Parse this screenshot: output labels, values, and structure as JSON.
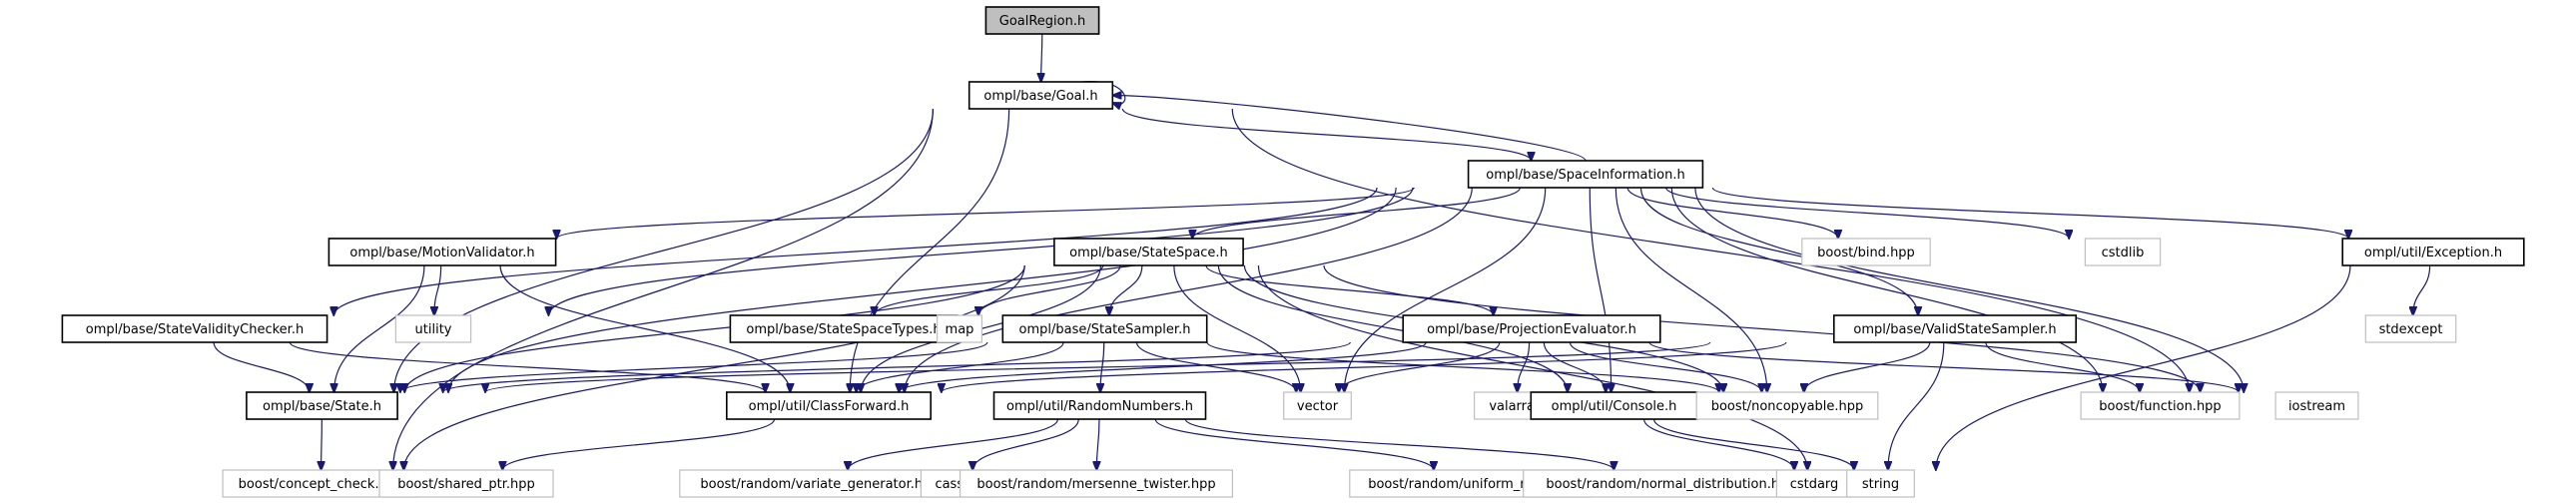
{
  "title": "GoalRegion.h include dependency graph",
  "colors": {
    "edge": "#191970",
    "root_fill": "#bfbfbf",
    "project_border": "#000000",
    "external_border": "#bfbfbf"
  },
  "nodes": [
    {
      "id": "goalregion",
      "label": "GoalRegion.h",
      "kind": "root"
    },
    {
      "id": "goal",
      "label": "ompl/base/Goal.h",
      "kind": "project"
    },
    {
      "id": "spaceinfo",
      "label": "ompl/base/SpaceInformation.h",
      "kind": "project"
    },
    {
      "id": "motionvalidator",
      "label": "ompl/base/MotionValidator.h",
      "kind": "project"
    },
    {
      "id": "statespace",
      "label": "ompl/base/StateSpace.h",
      "kind": "project"
    },
    {
      "id": "boostbind",
      "label": "boost/bind.hpp",
      "kind": "external"
    },
    {
      "id": "cstdlib",
      "label": "cstdlib",
      "kind": "external"
    },
    {
      "id": "exception",
      "label": "ompl/util/Exception.h",
      "kind": "project"
    },
    {
      "id": "statevaliditychecker",
      "label": "ompl/base/StateValidityChecker.h",
      "kind": "project"
    },
    {
      "id": "utility",
      "label": "utility",
      "kind": "external"
    },
    {
      "id": "statespacetypes",
      "label": "ompl/base/StateSpaceTypes.h",
      "kind": "project"
    },
    {
      "id": "map",
      "label": "map",
      "kind": "external"
    },
    {
      "id": "statesampler",
      "label": "ompl/base/StateSampler.h",
      "kind": "project"
    },
    {
      "id": "projectionevaluator",
      "label": "ompl/base/ProjectionEvaluator.h",
      "kind": "project"
    },
    {
      "id": "validstatesampler",
      "label": "ompl/base/ValidStateSampler.h",
      "kind": "project"
    },
    {
      "id": "stdexcept",
      "label": "stdexcept",
      "kind": "external"
    },
    {
      "id": "state",
      "label": "ompl/base/State.h",
      "kind": "project"
    },
    {
      "id": "classforward",
      "label": "ompl/util/ClassForward.h",
      "kind": "project"
    },
    {
      "id": "randomnumbers",
      "label": "ompl/util/RandomNumbers.h",
      "kind": "project"
    },
    {
      "id": "vector",
      "label": "vector",
      "kind": "external"
    },
    {
      "id": "valarray",
      "label": "valarray",
      "kind": "external"
    },
    {
      "id": "console",
      "label": "ompl/util/Console.h",
      "kind": "project"
    },
    {
      "id": "noncopyable",
      "label": "boost/noncopyable.hpp",
      "kind": "external"
    },
    {
      "id": "boostfunction",
      "label": "boost/function.hpp",
      "kind": "external"
    },
    {
      "id": "iostream",
      "label": "iostream",
      "kind": "external"
    },
    {
      "id": "conceptcheck",
      "label": "boost/concept_check.hpp",
      "kind": "external"
    },
    {
      "id": "sharedptr",
      "label": "boost/shared_ptr.hpp",
      "kind": "external"
    },
    {
      "id": "variategenerator",
      "label": "boost/random/variate_generator.hpp",
      "kind": "external"
    },
    {
      "id": "cassert",
      "label": "cassert",
      "kind": "external"
    },
    {
      "id": "mersennetwister",
      "label": "boost/random/mersenne_twister.hpp",
      "kind": "external"
    },
    {
      "id": "uniformreal",
      "label": "boost/random/uniform_real.hpp",
      "kind": "external"
    },
    {
      "id": "normaldistribution",
      "label": "boost/random/normal_distribution.hpp",
      "kind": "external"
    },
    {
      "id": "cstdarg",
      "label": "cstdarg",
      "kind": "external"
    },
    {
      "id": "string",
      "label": "string",
      "kind": "external"
    }
  ],
  "edges": [
    [
      "goalregion",
      "goal"
    ],
    [
      "goal",
      "goal"
    ],
    [
      "goal",
      "spaceinfo"
    ],
    [
      "goal",
      "state"
    ],
    [
      "goal",
      "classforward"
    ],
    [
      "goal",
      "conceptcheck"
    ],
    [
      "goal",
      "iostream"
    ],
    [
      "spaceinfo",
      "goal"
    ],
    [
      "spaceinfo",
      "motionvalidator"
    ],
    [
      "spaceinfo",
      "statespace"
    ],
    [
      "spaceinfo",
      "statevaliditychecker"
    ],
    [
      "spaceinfo",
      "validstatesampler"
    ],
    [
      "spaceinfo",
      "exception"
    ],
    [
      "spaceinfo",
      "boostbind"
    ],
    [
      "spaceinfo",
      "cstdlib"
    ],
    [
      "spaceinfo",
      "utility"
    ],
    [
      "spaceinfo",
      "state"
    ],
    [
      "spaceinfo",
      "classforward"
    ],
    [
      "spaceinfo",
      "vector"
    ],
    [
      "spaceinfo",
      "console"
    ],
    [
      "spaceinfo",
      "noncopyable"
    ],
    [
      "spaceinfo",
      "boostfunction"
    ],
    [
      "spaceinfo",
      "iostream"
    ],
    [
      "motionvalidator",
      "utility"
    ],
    [
      "motionvalidator",
      "state"
    ],
    [
      "motionvalidator",
      "classforward"
    ],
    [
      "statevaliditychecker",
      "state"
    ],
    [
      "statevaliditychecker",
      "classforward"
    ],
    [
      "statespace",
      "statespacetypes"
    ],
    [
      "statespace",
      "map"
    ],
    [
      "statespace",
      "statesampler"
    ],
    [
      "statespace",
      "projectionevaluator"
    ],
    [
      "statespace",
      "state"
    ],
    [
      "statespace",
      "classforward"
    ],
    [
      "statespace",
      "vector"
    ],
    [
      "statespace",
      "console"
    ],
    [
      "statespace",
      "noncopyable"
    ],
    [
      "statespace",
      "string"
    ],
    [
      "statespace",
      "iostream"
    ],
    [
      "statespace",
      "conceptcheck"
    ],
    [
      "statesampler",
      "state"
    ],
    [
      "statesampler",
      "classforward"
    ],
    [
      "statesampler",
      "randomnumbers"
    ],
    [
      "statesampler",
      "vector"
    ],
    [
      "statesampler",
      "noncopyable"
    ],
    [
      "projectionevaluator",
      "state"
    ],
    [
      "projectionevaluator",
      "classforward"
    ],
    [
      "projectionevaluator",
      "vector"
    ],
    [
      "projectionevaluator",
      "valarray"
    ],
    [
      "projectionevaluator",
      "console"
    ],
    [
      "projectionevaluator",
      "noncopyable"
    ],
    [
      "projectionevaluator",
      "iostream"
    ],
    [
      "validstatesampler",
      "state"
    ],
    [
      "validstatesampler",
      "classforward"
    ],
    [
      "validstatesampler",
      "noncopyable"
    ],
    [
      "validstatesampler",
      "string"
    ],
    [
      "validstatesampler",
      "boostfunction"
    ],
    [
      "exception",
      "stdexcept"
    ],
    [
      "exception",
      "string"
    ],
    [
      "state",
      "conceptcheck"
    ],
    [
      "classforward",
      "sharedptr"
    ],
    [
      "randomnumbers",
      "variategenerator"
    ],
    [
      "randomnumbers",
      "cassert"
    ],
    [
      "randomnumbers",
      "mersennetwister"
    ],
    [
      "randomnumbers",
      "uniformreal"
    ],
    [
      "randomnumbers",
      "normaldistribution"
    ],
    [
      "console",
      "cstdarg"
    ],
    [
      "console",
      "string"
    ]
  ]
}
